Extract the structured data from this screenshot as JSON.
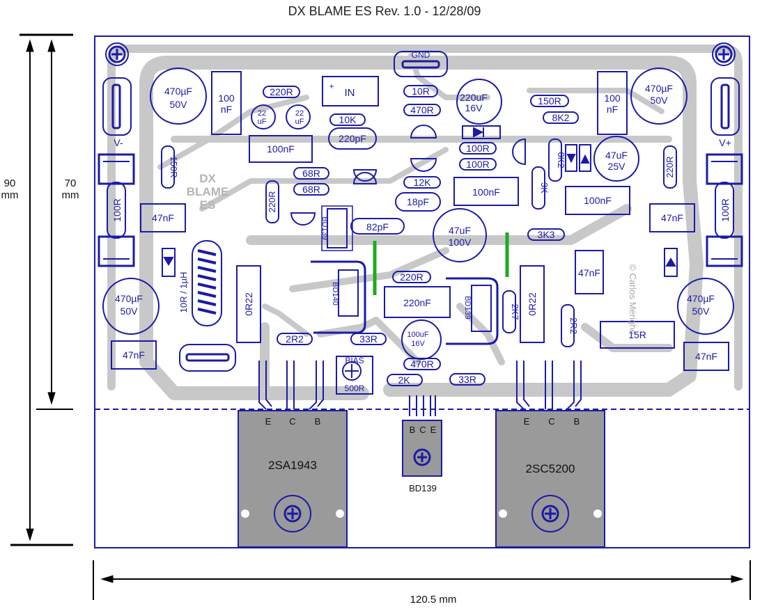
{
  "title": "DX BLAME ES  Rev. 1.0 - 12/28/09",
  "colors": {
    "trace": "#c8c8c8",
    "component": "#1a1aa8",
    "jumper": "#1faa1f",
    "transistor_body": "#9a9a9a"
  },
  "dimensions": {
    "height_outer": "90",
    "height_inner": "70",
    "unit": "mm",
    "width": "120.5 mm"
  },
  "board": {
    "gnd_label": "GND",
    "in_label": "IN",
    "in_plus": "+",
    "vminus": "V-",
    "vplus": "V+",
    "watermark": [
      "DX",
      "BLAME",
      "ES"
    ],
    "copyright": "© Carlos Merighe"
  },
  "components": {
    "c470u_tl": [
      "470µF",
      "50V"
    ],
    "c470u_tr": [
      "470µF",
      "50V"
    ],
    "c470u_bl": [
      "470µF",
      "50V"
    ],
    "c470u_br": [
      "470µF",
      "50V"
    ],
    "c100n_a": [
      "100",
      "nF"
    ],
    "c100n_b": [
      "100",
      "nF"
    ],
    "c22u_a": [
      "22",
      "uF"
    ],
    "c22u_b": [
      "22",
      "uF"
    ],
    "r220_a": "220R",
    "r10": "10R",
    "r470_a": "470R",
    "r10k": "10K",
    "c220p": "220pF",
    "c220u": [
      "220uF",
      "16V"
    ],
    "r150_a": "150R",
    "r8k2_a": "8K2",
    "r8k2_b": "8K2",
    "c100n_c": "100nF",
    "r100_a": "100R",
    "r100_b": "100R",
    "c47u": [
      "47uF",
      "25V"
    ],
    "r220_b": "220R",
    "r150_b": "150R",
    "r68_a": "68R",
    "r68_b": "68R",
    "r220_c": "220R",
    "r12k": "12K",
    "c18p": "18pF",
    "c100n_d": "100nF",
    "r3k": "3K",
    "c100n_e": "100nF",
    "c47n_l": "47nF",
    "c47n_r": "47nF",
    "r100_l": "100R",
    "r100_r": "100R",
    "bd139_a": "BD139",
    "c82p": "82pF",
    "c47u100": [
      "47uF",
      "100V"
    ],
    "r3k3": "3K3",
    "l10r": "10R / 1µH",
    "r0r22_a": "0R22",
    "bd140": "BD140",
    "r220_d": "220R",
    "c220n": "220nF",
    "bd139_b": "BD139",
    "r2k7": "2K7",
    "r0r22_b": "0R22",
    "c47n_m": "47nF",
    "r2r2_v": "2R2",
    "r15": "15R",
    "c47n_bl": "47nF",
    "c47n_br": "47nF",
    "r2r2_h": "2R2",
    "r33_a": "33R",
    "c100u16": [
      "100uF",
      "16V"
    ],
    "bias": [
      "BIAS",
      "500R"
    ],
    "r470_b": "470R",
    "r2k": "2K",
    "r33_b": "33R",
    "pin_ecb": [
      "E",
      "C",
      "B"
    ],
    "pin_bce": [
      "B",
      "C",
      "E"
    ]
  },
  "transistors": {
    "left": {
      "name": "2SA1943",
      "pins": [
        "E",
        "C",
        "B"
      ]
    },
    "mid": {
      "name": "BD139",
      "pins": [
        "B",
        "C",
        "E"
      ]
    },
    "right": {
      "name": "2SC5200",
      "pins": [
        "E",
        "C",
        "B"
      ]
    }
  }
}
